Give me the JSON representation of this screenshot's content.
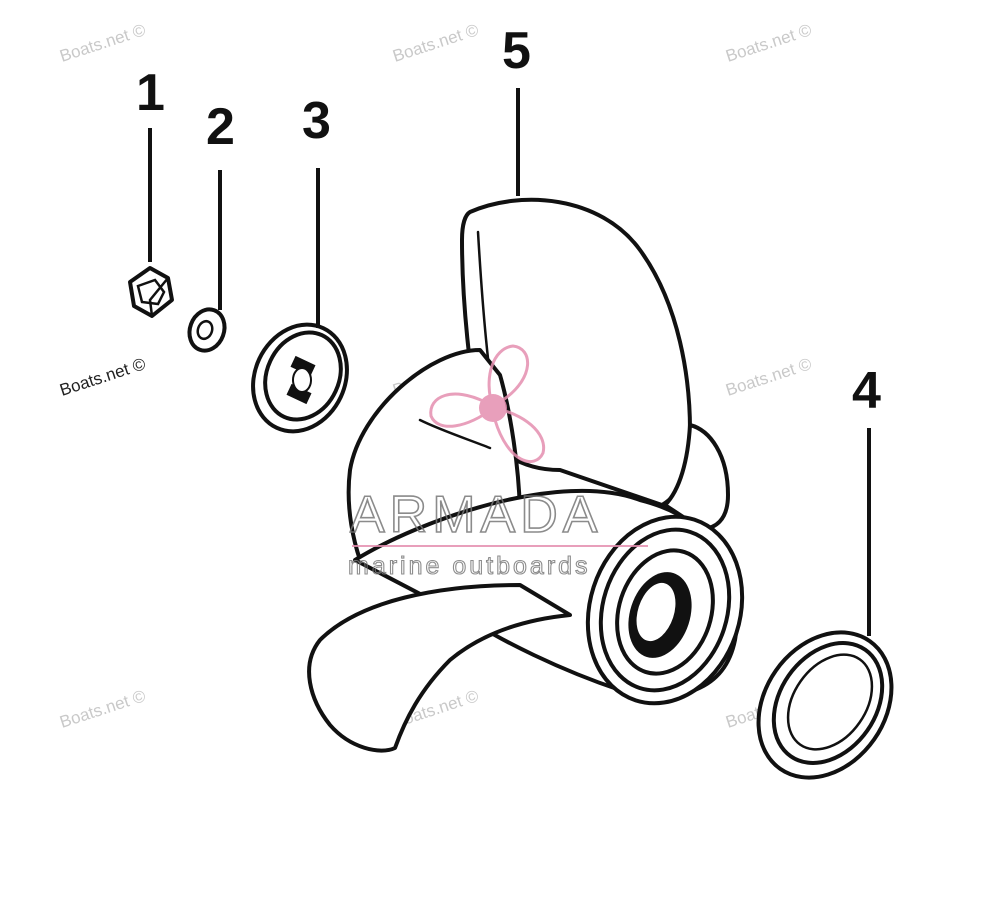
{
  "callouts": [
    {
      "id": "1",
      "label": "1",
      "part": "nut"
    },
    {
      "id": "2",
      "label": "2",
      "part": "washer"
    },
    {
      "id": "3",
      "label": "3",
      "part": "spacer"
    },
    {
      "id": "4",
      "label": "4",
      "part": "thrust-washer"
    },
    {
      "id": "5",
      "label": "5",
      "part": "propeller"
    }
  ],
  "watermark": {
    "text": "Boats.net ©",
    "color": "#c9c9c9"
  },
  "brand": {
    "name": "ARMADA",
    "tagline": "marine outboards",
    "logo_icon": "propeller-logo-icon",
    "logo_color": "#e58fb0",
    "rule_color": "#e58fb0"
  },
  "colors": {
    "ink": "#111111",
    "background": "#ffffff"
  }
}
